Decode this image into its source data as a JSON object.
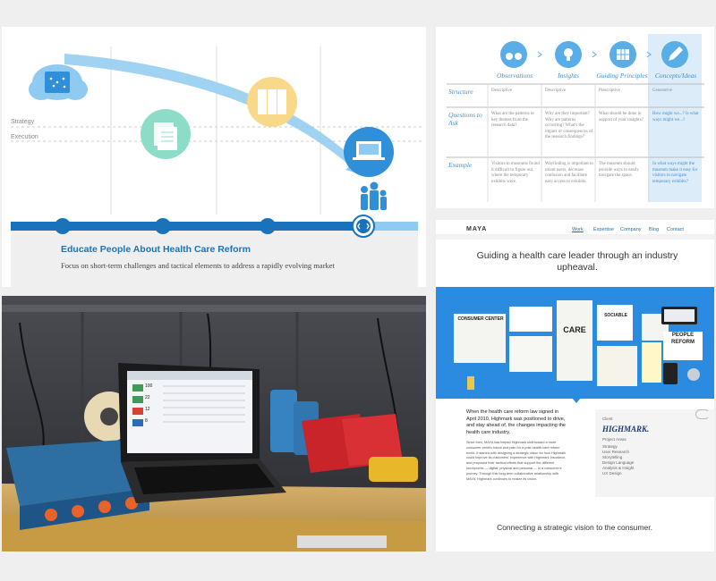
{
  "colors": {
    "blue": "#1a73ba",
    "light_blue": "#8fcaf0",
    "teal": "#8ddcc8",
    "yellow": "#f8d98a",
    "page_bg": "#efefef"
  },
  "strategy": {
    "labels": {
      "strategy": "Strategy",
      "execution": "Execution"
    },
    "title": "Educate People About Health Care Reform",
    "subtitle": "Focus on short-term challenges and tactical elements to address a rapidly evolving market",
    "icons": [
      "cloud-data-icon",
      "documents-icon",
      "folders-icon",
      "laptop-icon",
      "people-icon"
    ]
  },
  "framework": {
    "columns": [
      "Observations",
      "Insights",
      "Guiding Principles",
      "Concepts/Ideas"
    ],
    "icons": [
      "binoculars-icon",
      "lightbulb-icon",
      "grid-icon",
      "pencil-icon"
    ],
    "rows": [
      {
        "label": "Structure",
        "cells": [
          "Descriptive",
          "Descriptive",
          "Prescriptive",
          "Generative"
        ]
      },
      {
        "label": "Questions to Ask",
        "cells": [
          "What are the patterns or key themes from the research data?",
          "Why are they important? Why are patterns occurring? What's the impact or consequences of the research findings?",
          "What should be done in support of your insights?",
          "How might we...? Is what ways might we...?"
        ]
      },
      {
        "label": "Example",
        "cells": [
          "Visitors to museums found it difficult to figure out where the temporary exhibits were.",
          "Wayfinding is important to orient users, decrease confusion and facilitate easy access to exhibits.",
          "The museum should provide ways to easily navigate the space.",
          "In what ways might the museum make it easy for visitors to navigate temporary exhibits?"
        ]
      }
    ]
  },
  "website": {
    "logo": "MAYA",
    "nav": [
      "Work",
      "Expertise",
      "Company",
      "Blog",
      "Contact"
    ],
    "headline": "Guiding a health care leader through an industry upheaval.",
    "intro": "When the health care reform law signed in April 2010, Highmark was positioned to drive, and stay ahead of, the changes impacting the health care industry.",
    "body": "Since then, MAYA has helped Highmark shift toward a more consumer-centric future and plan for a post-health care reform world. It started with designing a strategic vision for how Highmark could improve its customers' experience with Highmark Insurance, and proposed their tactical efforts that support the different touchpoints — digital, physical and personal — in a consumer's journey. Through this long-term collaborative relationship with MAYA, Highmark continues to realize its vision.",
    "client_label": "Client",
    "client": "HIGHMARK.",
    "project_label": "Project Areas",
    "project_areas": [
      "Strategy",
      "User Research",
      "Storytelling",
      "Design Language",
      "Analysis & Insight",
      "UX Design"
    ],
    "board_words": [
      "CONSUMER CENTER",
      "SOCIABLE",
      "CARE",
      "PEOPLE",
      "REFORM"
    ],
    "footer": "Connecting a strategic vision to the consumer."
  },
  "photo": {
    "screen_values": [
      "100",
      "22",
      "12",
      "8"
    ]
  }
}
